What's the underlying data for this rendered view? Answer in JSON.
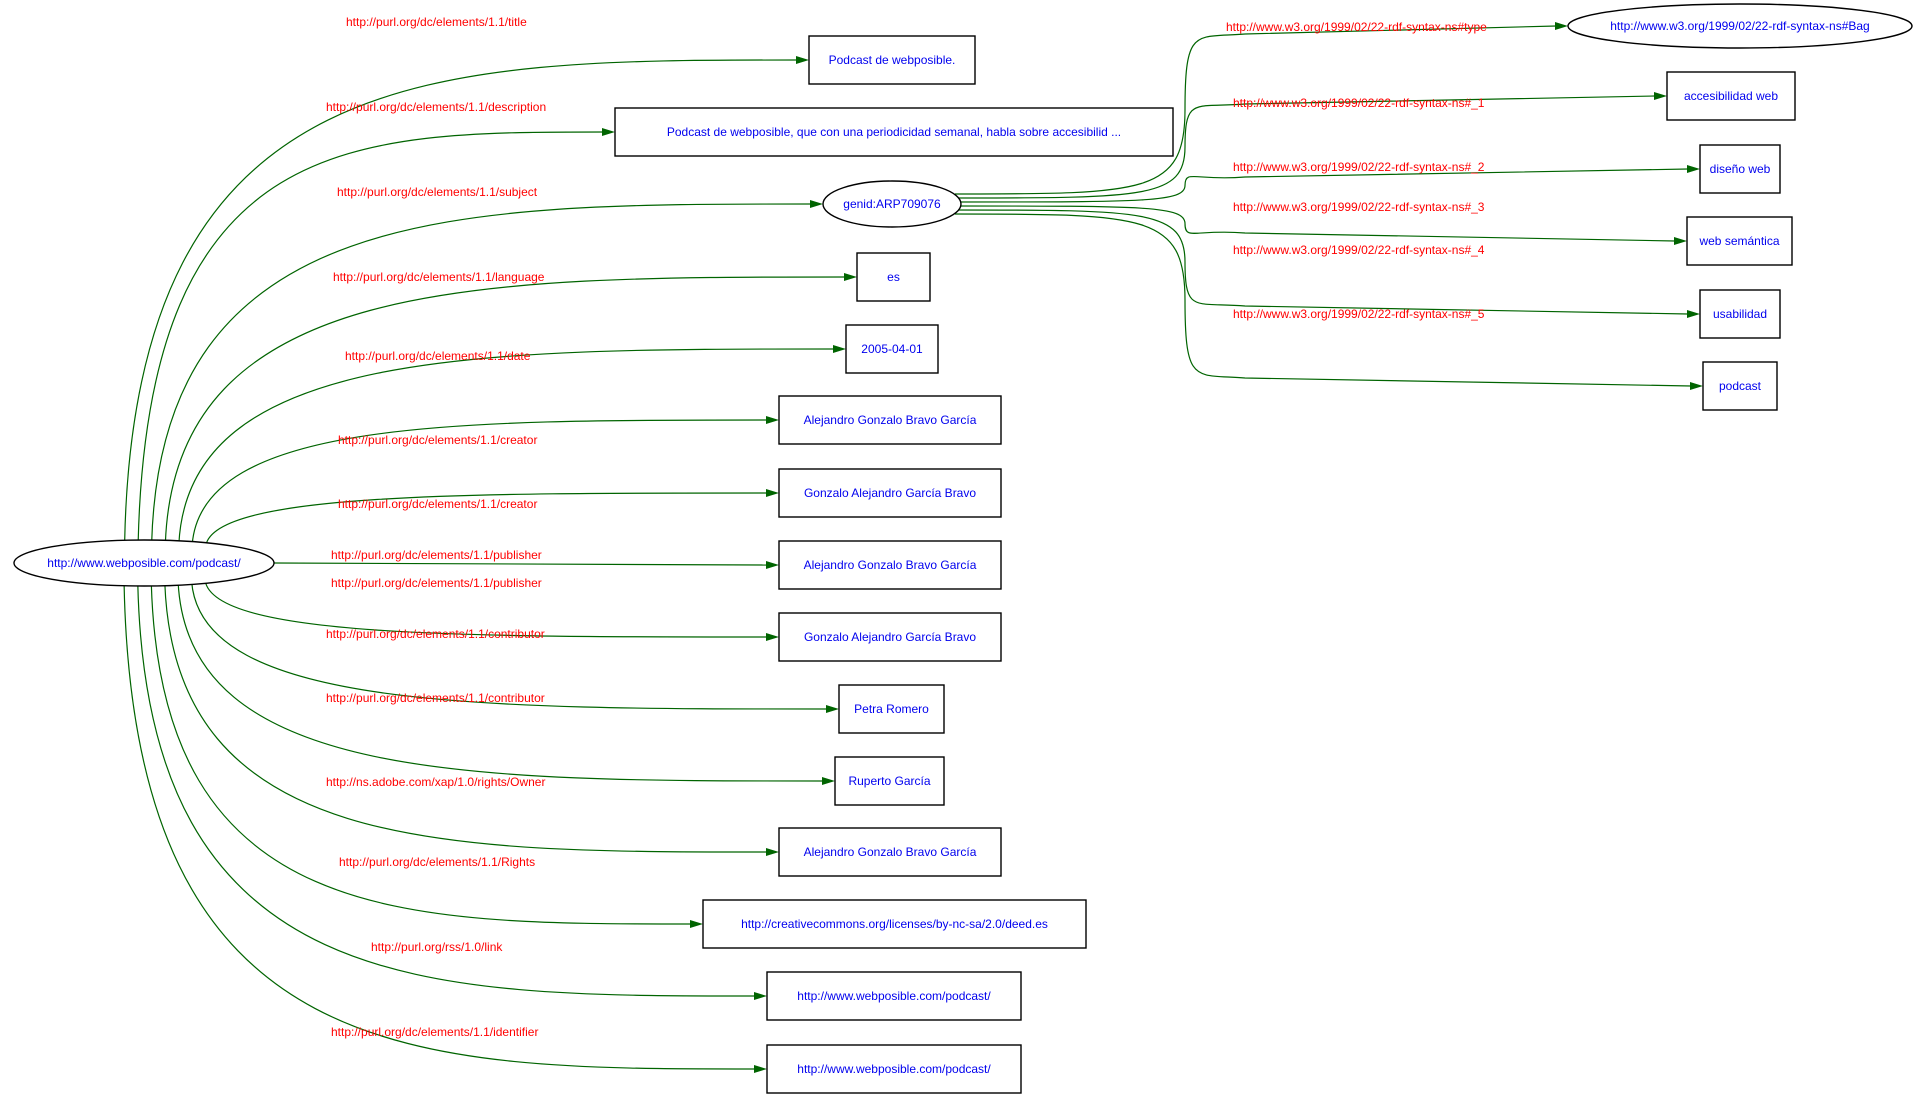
{
  "colors": {
    "background": "#ffffff",
    "node_border": "#000000",
    "node_text": "#0000ee",
    "edge": "#006400",
    "edge_label": "#ff0000"
  },
  "graph": {
    "nodes": [
      {
        "id": "root",
        "shape": "ellipse",
        "label": "http://www.webposible.com/podcast/"
      },
      {
        "id": "title",
        "shape": "box",
        "label": "Podcast de webposible."
      },
      {
        "id": "description",
        "shape": "box",
        "label": "Podcast de webposible, que con una periodicidad semanal, habla sobre accesibilid ..."
      },
      {
        "id": "genid",
        "shape": "ellipse",
        "label": "genid:ARP709076"
      },
      {
        "id": "language",
        "shape": "box",
        "label": "es"
      },
      {
        "id": "date",
        "shape": "box",
        "label": "2005-04-01"
      },
      {
        "id": "creator1",
        "shape": "box",
        "label": "Alejandro Gonzalo Bravo García"
      },
      {
        "id": "creator2",
        "shape": "box",
        "label": "Gonzalo Alejandro García Bravo"
      },
      {
        "id": "publisher1",
        "shape": "box",
        "label": "Alejandro Gonzalo Bravo García"
      },
      {
        "id": "publisher2",
        "shape": "box",
        "label": "Gonzalo Alejandro García Bravo"
      },
      {
        "id": "contributor1",
        "shape": "box",
        "label": "Petra Romero"
      },
      {
        "id": "contributor2",
        "shape": "box",
        "label": "Ruperto García"
      },
      {
        "id": "owner",
        "shape": "box",
        "label": "Alejandro Gonzalo Bravo García"
      },
      {
        "id": "rights",
        "shape": "box",
        "label": "http://creativecommons.org/licenses/by-nc-sa/2.0/deed.es"
      },
      {
        "id": "link",
        "shape": "box",
        "label": "http://www.webposible.com/podcast/"
      },
      {
        "id": "identifier",
        "shape": "box",
        "label": "http://www.webposible.com/podcast/"
      },
      {
        "id": "bag",
        "shape": "ellipse",
        "label": "http://www.w3.org/1999/02/22-rdf-syntax-ns#Bag"
      },
      {
        "id": "item1",
        "shape": "box",
        "label": "accesibilidad web"
      },
      {
        "id": "item2",
        "shape": "box",
        "label": "diseño web"
      },
      {
        "id": "item3",
        "shape": "box",
        "label": "web semántica"
      },
      {
        "id": "item4",
        "shape": "box",
        "label": "usabilidad"
      },
      {
        "id": "item5",
        "shape": "box",
        "label": "podcast"
      }
    ],
    "edges": [
      {
        "from": "root",
        "to": "title",
        "label": "http://purl.org/dc/elements/1.1/title"
      },
      {
        "from": "root",
        "to": "description",
        "label": "http://purl.org/dc/elements/1.1/description"
      },
      {
        "from": "root",
        "to": "genid",
        "label": "http://purl.org/dc/elements/1.1/subject"
      },
      {
        "from": "root",
        "to": "language",
        "label": "http://purl.org/dc/elements/1.1/language"
      },
      {
        "from": "root",
        "to": "date",
        "label": "http://purl.org/dc/elements/1.1/date"
      },
      {
        "from": "root",
        "to": "creator1",
        "label": "http://purl.org/dc/elements/1.1/creator"
      },
      {
        "from": "root",
        "to": "creator2",
        "label": "http://purl.org/dc/elements/1.1/creator"
      },
      {
        "from": "root",
        "to": "publisher1",
        "label": "http://purl.org/dc/elements/1.1/publisher"
      },
      {
        "from": "root",
        "to": "publisher2",
        "label": "http://purl.org/dc/elements/1.1/publisher"
      },
      {
        "from": "root",
        "to": "contributor1",
        "label": "http://purl.org/dc/elements/1.1/contributor"
      },
      {
        "from": "root",
        "to": "contributor2",
        "label": "http://purl.org/dc/elements/1.1/contributor"
      },
      {
        "from": "root",
        "to": "owner",
        "label": "http://ns.adobe.com/xap/1.0/rights/Owner"
      },
      {
        "from": "root",
        "to": "rights",
        "label": "http://purl.org/dc/elements/1.1/Rights"
      },
      {
        "from": "root",
        "to": "link",
        "label": "http://purl.org/rss/1.0/link"
      },
      {
        "from": "root",
        "to": "identifier",
        "label": "http://purl.org/dc/elements/1.1/identifier"
      },
      {
        "from": "genid",
        "to": "bag",
        "label": "http://www.w3.org/1999/02/22-rdf-syntax-ns#type"
      },
      {
        "from": "genid",
        "to": "item1",
        "label": "http://www.w3.org/1999/02/22-rdf-syntax-ns#_1"
      },
      {
        "from": "genid",
        "to": "item2",
        "label": "http://www.w3.org/1999/02/22-rdf-syntax-ns#_2"
      },
      {
        "from": "genid",
        "to": "item3",
        "label": "http://www.w3.org/1999/02/22-rdf-syntax-ns#_3"
      },
      {
        "from": "genid",
        "to": "item4",
        "label": "http://www.w3.org/1999/02/22-rdf-syntax-ns#_4"
      },
      {
        "from": "genid",
        "to": "item5",
        "label": "http://www.w3.org/1999/02/22-rdf-syntax-ns#_5"
      }
    ]
  }
}
